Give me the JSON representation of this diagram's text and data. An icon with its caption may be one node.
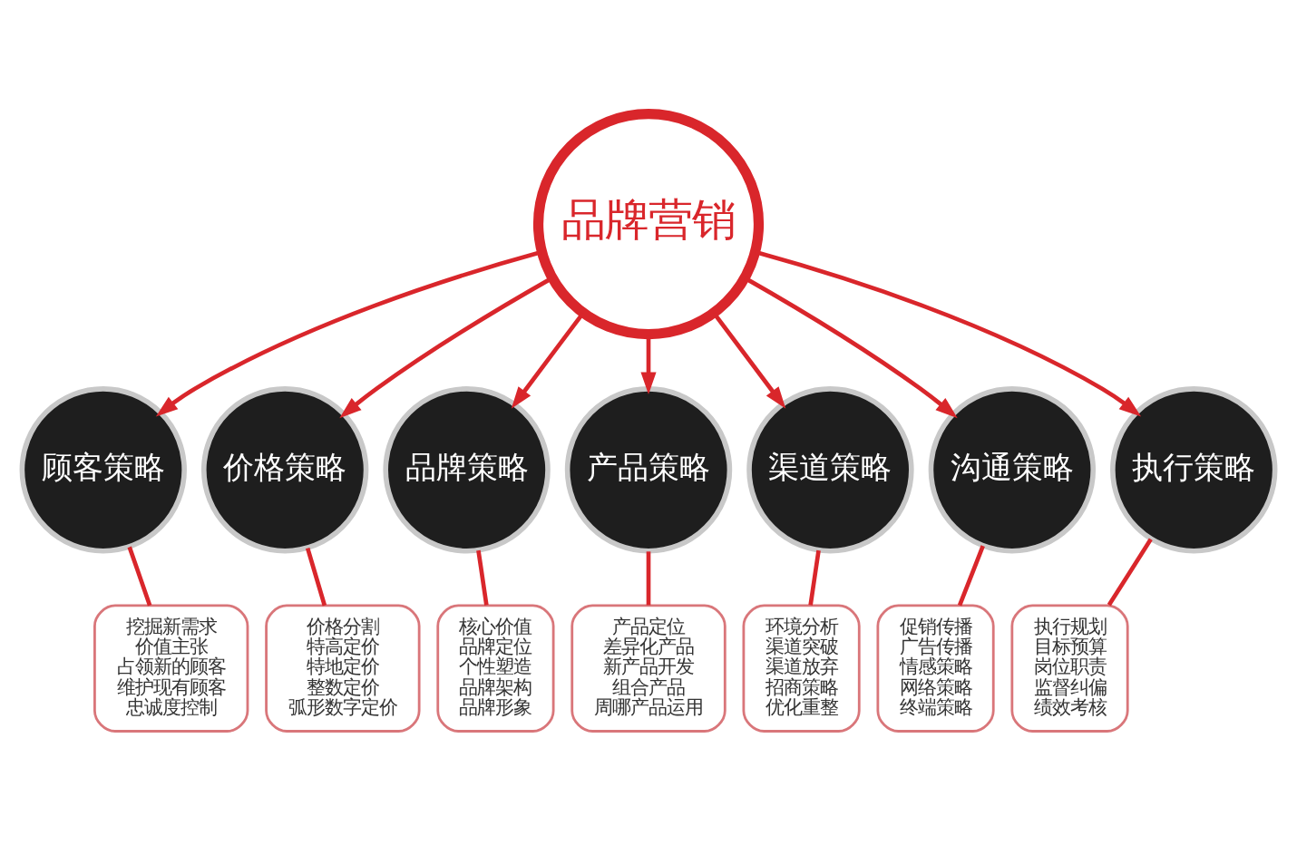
{
  "diagram": {
    "nodes": [
      {
        "text": [
          "品牌营销"
        ]
      },
      {
        "text": [
          "顾客策略"
        ]
      },
      {
        "text": [
          "价格策略"
        ]
      },
      {
        "text": [
          "品牌策略"
        ]
      },
      {
        "text": [
          "产品策略"
        ]
      },
      {
        "text": [
          "渠道策略"
        ]
      },
      {
        "text": [
          "沟通策略"
        ]
      },
      {
        "text": [
          "执行策略"
        ]
      },
      {
        "text": [
          "挖掘新需求",
          "价值主张",
          "占领新的顾客",
          "维护现有顾客",
          "忠诚度控制"
        ]
      },
      {
        "text": [
          "价格分割",
          "特高定价",
          "特地定价",
          "整数定价",
          "弧形数字定价"
        ]
      },
      {
        "text": [
          "核心价值",
          "品牌定位",
          "个性塑造",
          "品牌架构",
          "品牌形象"
        ]
      },
      {
        "text": [
          "产品定位",
          "差异化产品",
          "新产品开发",
          "组合产品",
          "周哪产品运用"
        ]
      },
      {
        "text": [
          "环境分析",
          "渠道突破",
          "渠道放弃",
          "招商策略",
          "优化重整"
        ]
      },
      {
        "text": [
          "促销传播",
          "广告传播",
          "情感策略",
          "网络策略",
          "终端策略"
        ]
      },
      {
        "text": [
          "执行规划",
          "目标预算",
          "岗位职责",
          "监督纠偏",
          "绩效考核"
        ]
      }
    ],
    "edges": [
      {
        "from": 0,
        "to": 1,
        "arrow": "to"
      },
      {
        "from": 0,
        "to": 2,
        "arrow": "to"
      },
      {
        "from": 0,
        "to": 3,
        "arrow": "to"
      },
      {
        "from": 0,
        "to": 4,
        "arrow": "to"
      },
      {
        "from": 0,
        "to": 5,
        "arrow": "to"
      },
      {
        "from": 0,
        "to": 6,
        "arrow": "to"
      },
      {
        "from": 0,
        "to": 7,
        "arrow": "to"
      },
      {
        "from": 1,
        "to": 8,
        "arrow": "none"
      },
      {
        "from": 2,
        "to": 9,
        "arrow": "none"
      },
      {
        "from": 3,
        "to": 10,
        "arrow": "none"
      },
      {
        "from": 4,
        "to": 11,
        "arrow": "none"
      },
      {
        "from": 5,
        "to": 12,
        "arrow": "none"
      },
      {
        "from": 6,
        "to": 13,
        "arrow": "none"
      },
      {
        "from": 7,
        "to": 14,
        "arrow": "none"
      }
    ]
  }
}
